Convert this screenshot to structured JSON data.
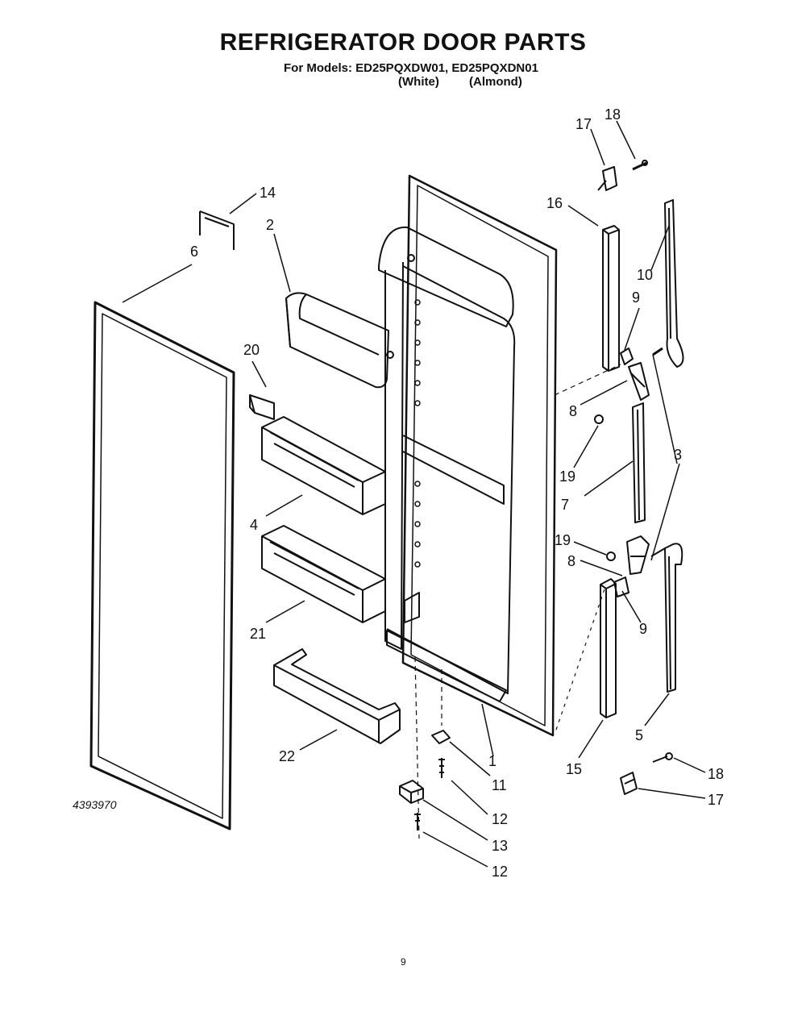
{
  "header": {
    "title": "REFRIGERATOR DOOR PARTS",
    "models_line": "For Models: ED25PQXDW01, ED25PQXDN01",
    "variant_white": "(White)",
    "variant_almond": "(Almond)"
  },
  "callouts": [
    "1",
    "2",
    "3",
    "3",
    "4",
    "5",
    "6",
    "7",
    "8",
    "8",
    "9",
    "9",
    "10",
    "11",
    "12",
    "12",
    "13",
    "14",
    "15",
    "16",
    "17",
    "17",
    "18",
    "18",
    "19",
    "19",
    "20",
    "21",
    "22"
  ],
  "footer": {
    "doc_number": "4393970",
    "page_number": "9"
  }
}
